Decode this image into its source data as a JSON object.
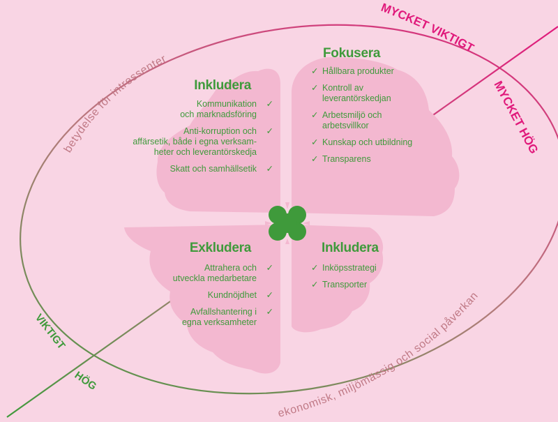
{
  "colors": {
    "background": "#f9d5e4",
    "leaf": "#f3b8d0",
    "green": "#3f9a3b",
    "magenta": "#e0197b",
    "arc_text": "#c07a86"
  },
  "arc_labels": {
    "stakeholder_importance": "betydelse för intressenter",
    "impact": "ekonomisk, miljömässig och social påverkan"
  },
  "corner_labels": {
    "very_important": "MYCKET VIKTIGT",
    "very_high": "MYCKET HÖG",
    "important": "VIKTIGT",
    "high": "HÖG"
  },
  "check_icon": "✓",
  "center_icon": "clover-icon",
  "quadrants": {
    "top_left": {
      "title": "Inkludera",
      "items": [
        "Kommunikation\noch marknadsföring",
        "Anti-korruption och\naffärsetik, både i egna verksam-\nheter och leverantörskedja",
        "Skatt och samhällsetik"
      ]
    },
    "top_right": {
      "title": "Fokusera",
      "items": [
        "Hållbara produkter",
        "Kontroll av\nleverantörskedjan",
        "Arbetsmiljö och\narbetsvillkor",
        "Kunskap och utbildning",
        "Transparens"
      ]
    },
    "bottom_left": {
      "title": "Exkludera",
      "items": [
        "Attrahera och\nutveckla medarbetare",
        "Kundnöjdhet",
        "Avfallshantering i\negna verksamheter"
      ]
    },
    "bottom_right": {
      "title": "Inkludera",
      "items": [
        "Inköpsstrategi",
        "Transporter"
      ]
    }
  }
}
